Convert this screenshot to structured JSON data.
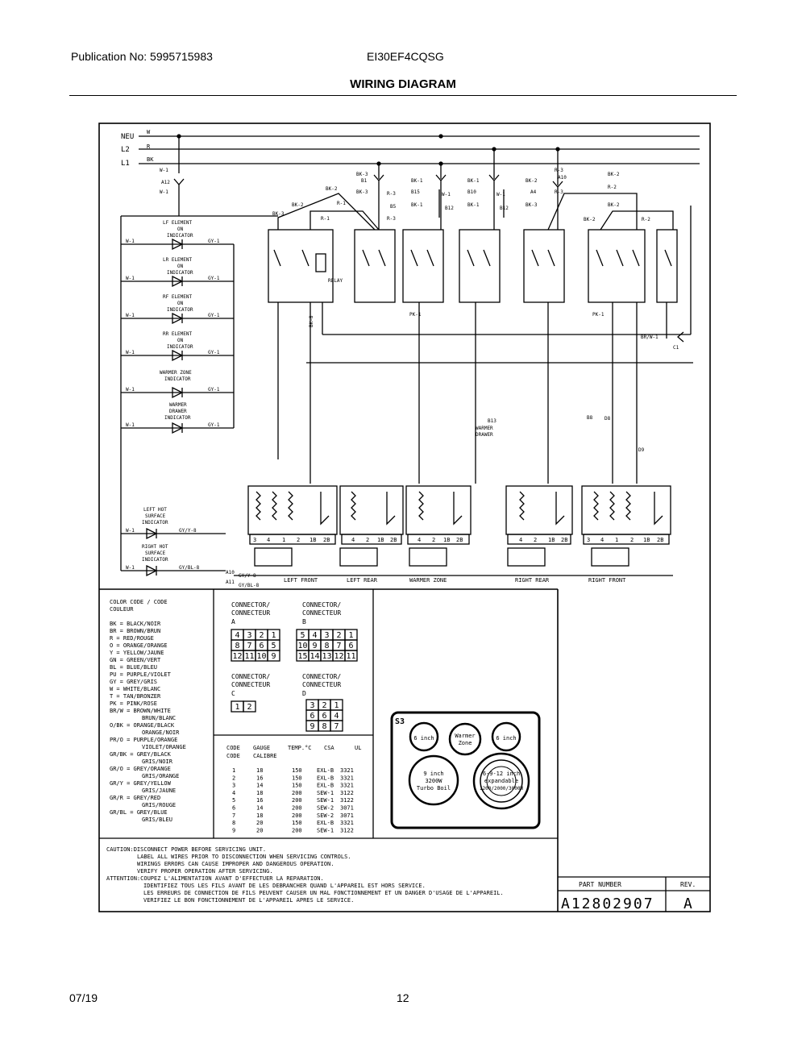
{
  "header": {
    "publication": "Publication No: 5995715983",
    "model": "EI30EF4CQSG",
    "title": "WIRING DIAGRAM"
  },
  "footer": {
    "date": "07/19",
    "page": "12"
  },
  "lines": {
    "neu": "NEU",
    "l2": "L2",
    "l1": "L1",
    "w": "W",
    "r": "R",
    "bk": "BK"
  },
  "indicators": [
    "LF ELEMENT",
    "ON",
    "INDICATOR",
    "LR ELEMENT",
    "ON",
    "INDICATOR",
    "RF ELEMENT",
    "ON",
    "INDICATOR",
    "RR ELEMENT",
    "ON",
    "INDICATOR",
    "WARMER ZONE",
    "INDICATOR",
    "WARMER",
    "DRAWER",
    "INDICATOR"
  ],
  "hot_surface": [
    "LEFT HOT",
    "SURFACE",
    "INDICATOR",
    "RIGHT HOT",
    "SURFACE",
    "INDICATOR"
  ],
  "wire_labels": {
    "w1": "W-1",
    "gy1": "GY-1",
    "a12": "A12",
    "bk3": "BK-3",
    "bk2": "BK-2",
    "bk1": "BK-1",
    "r1": "R-1",
    "r2": "R-2",
    "r3": "R-3",
    "b1": "B1",
    "b5": "B5",
    "b15": "B15",
    "b10": "B10",
    "b12": "B12",
    "a4": "A4",
    "a10": "A10",
    "brw1": "BR/W-1",
    "c1": "C1",
    "b13": "B13",
    "gyy8": "GY/Y-8",
    "gybl8": "GY/BL-8",
    "a10b": "A10",
    "a11": "A11",
    "warmer_drawer": "WARMER",
    "drawer2": "DRAWER",
    "bk8": "BK-8",
    "pk1": "PK-1",
    "relay": "RELAY",
    "d8": "D8",
    "d9": "D9",
    "b8": "B8"
  },
  "zones": [
    "LEFT FRONT",
    "LEFT REAR",
    "WARMER ZONE",
    "RIGHT REAR",
    "RIGHT FRONT"
  ],
  "terminal_labels": [
    "3",
    "4",
    "1",
    "2",
    "1B",
    "2B"
  ],
  "color_code": {
    "title": "COLOR CODE / CODE",
    "title2": "COULEUR",
    "entries": [
      "BK = BLACK/NOIR",
      "BR = BROWN/BRUN",
      "R = RED/ROUGE",
      "O = ORANGE/ORANGE",
      "Y = YELLOW/JAUNE",
      "GN = GREEN/VERT",
      "BL = BLUE/BLEU",
      "PU = PURPLE/VIOLET",
      "GY = GREY/GRIS",
      "W = WHITE/BLANC",
      "T = TAN/BRONZER",
      "PK = PINK/ROSE",
      "BR/W = BROWN/WHITE",
      "BRUN/BLANC",
      "O/BK = ORANGE/BLACK",
      "ORANGE/NOIR",
      "PR/O = PURPLE/ORANGE",
      "VIOLET/ORANGE",
      "GR/BK = GREY/BLACK",
      "GRIS/NOIR",
      "GR/O = GREY/ORANGE",
      "GRIS/ORANGE",
      "GR/Y = GREY/YELLOW",
      "GRIS/JAUNE",
      "GR/R = GREY/RED",
      "GRIS/ROUGE",
      "GR/BL = GREY/BLUE",
      "GRIS/BLEU"
    ]
  },
  "connectors": {
    "a_title": "CONNECTOR/",
    "a_title2": "CONNECTEUR",
    "a_letter": "A",
    "a_rows": [
      [
        "4",
        "3",
        "2",
        "1"
      ],
      [
        "8",
        "7",
        "6",
        "5"
      ],
      [
        "12",
        "11",
        "10",
        "9"
      ]
    ],
    "b_title": "CONNECTOR/",
    "b_title2": "CONNECTEUR",
    "b_letter": "B",
    "b_rows": [
      [
        "5",
        "4",
        "3",
        "2",
        "1"
      ],
      [
        "10",
        "9",
        "8",
        "7",
        "6"
      ],
      [
        "15",
        "14",
        "13",
        "12",
        "11"
      ]
    ],
    "c_title": "CONNECTOR/",
    "c_title2": "CONNECTEUR",
    "c_letter": "C",
    "c_rows": [
      [
        "1",
        "2"
      ]
    ],
    "d_title": "CONNECTOR/",
    "d_title2": "CONNECTEUR",
    "d_letter": "D",
    "d_rows": [
      [
        "3",
        "2",
        "1"
      ],
      [
        "6",
        "6",
        "4"
      ],
      [
        "9",
        "8",
        "7"
      ]
    ]
  },
  "gauge_table": {
    "headers": [
      "CODE",
      "GAUGE",
      "TEMP.°C",
      "CSA",
      "UL"
    ],
    "headers2": [
      "CODE",
      "CALIBRE"
    ],
    "rows": [
      [
        "1",
        "18",
        "150",
        "EXL-B",
        "3321"
      ],
      [
        "2",
        "16",
        "150",
        "EXL-B",
        "3321"
      ],
      [
        "3",
        "14",
        "150",
        "EXL-B",
        "3321"
      ],
      [
        "4",
        "18",
        "200",
        "SEW-1",
        "3122"
      ],
      [
        "5",
        "16",
        "200",
        "SEW-1",
        "3122"
      ],
      [
        "6",
        "14",
        "200",
        "SEW-2",
        "3071"
      ],
      [
        "7",
        "18",
        "200",
        "SEW-2",
        "3071"
      ],
      [
        "8",
        "20",
        "150",
        "EXL-B",
        "3321"
      ],
      [
        "9",
        "20",
        "200",
        "SEW-1",
        "3122"
      ]
    ]
  },
  "cooktop": {
    "label": "S3",
    "zone1": "6 inch",
    "zone2a": "Warmer",
    "zone2b": "Zone",
    "zone3": "6 inch",
    "big1a": "9 inch",
    "big1b": "3200W",
    "big1c": "Turbo Boil",
    "big2a": "6-9-12 inch",
    "big2b": "expandable",
    "big2c": "1200/2000/3000W"
  },
  "caution": [
    "CAUTION:DISCONNECT POWER BEFORE SERVICING UNIT.",
    "LABEL ALL WIRES PRIOR TO DISCONNECTION WHEN SERVICING CONTROLS.",
    "WIRINGS ERRORS CAN CAUSE IMPROPER AND DANGEROUS OPERATION.",
    "VERIFY PROPER OPERATION AFTER SERVICING.",
    "ATTENTION:COUPEZ L'ALIMENTATION AVANT D'EFFECTUER LA REPARATION.",
    "IDENTIFIEZ TOUS LES FILS AVANT DE LES DEBRANCHER QUAND L'APPAREIL EST HORS SERVICE.",
    "LES ERREURS DE CONNECTION DE FILS PEUVENT CAUSER UN MAL FONCTIONNEMENT ET UN DANGER D'USAGE DE L'APPAREIL.",
    "VERIFIEZ LE BON FONCTIONNEMENT DE L'APPAREIL APRES LE SERVICE."
  ],
  "title_block": {
    "part_label": "PART NUMBER",
    "part_number": "A12802907",
    "rev_label": "REV.",
    "rev": "A"
  }
}
